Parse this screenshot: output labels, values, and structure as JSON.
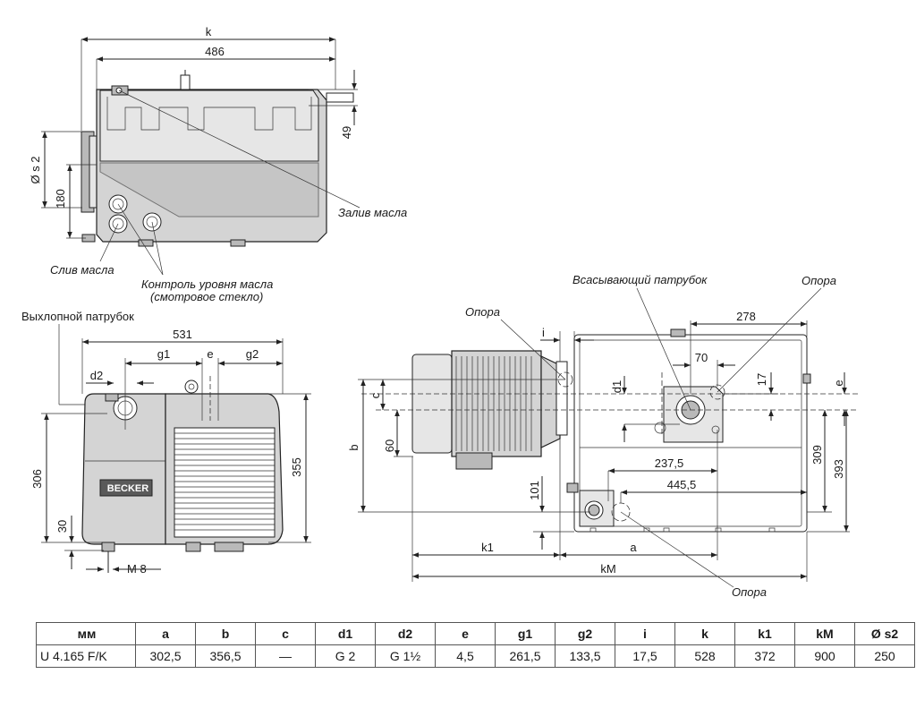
{
  "top_view": {
    "dim_k": "k",
    "dim_486": "486",
    "dim_49": "49",
    "dim_s2": "Ø s 2",
    "dim_180": "180",
    "label_oil_fill": "Залив масла",
    "label_oil_drain": "Слив масла",
    "label_oil_level_1": "Контроль уровня масла",
    "label_oil_level_2": "(смотровое стекло)"
  },
  "front_view": {
    "label_exhaust": "Выхлопной патрубок",
    "dim_531": "531",
    "dim_g1": "g1",
    "dim_e": "e",
    "dim_g2": "g2",
    "dim_d2": "d2",
    "dim_306": "306",
    "dim_30": "30",
    "dim_355": "355",
    "dim_m8": "M 8",
    "brand": "BECKER"
  },
  "plan_view": {
    "label_support_left": "Опора",
    "label_suction": "Всасывающий патрубок",
    "label_support_right": "Опора",
    "label_support_bottom": "Опора",
    "dim_i": "i",
    "dim_278": "278",
    "dim_70": "70",
    "dim_17": "17",
    "dim_e": "e",
    "dim_d1": "d1",
    "dim_c": "c",
    "dim_b": "b",
    "dim_60": "60",
    "dim_309": "309",
    "dim_393": "393",
    "dim_237_5": "237,5",
    "dim_445_5": "445,5",
    "dim_101": "101",
    "dim_k1": "k1",
    "dim_a": "a",
    "dim_kM": "kM"
  },
  "table": {
    "headers": [
      "мм",
      "a",
      "b",
      "c",
      "d1",
      "d2",
      "e",
      "g1",
      "g2",
      "i",
      "k",
      "k1",
      "kM",
      "Ø s2"
    ],
    "rows": [
      [
        "U 4.165 F/K",
        "302,5",
        "356,5",
        "—",
        "G 2",
        "G  1½",
        "4,5",
        "261,5",
        "133,5",
        "17,5",
        "528",
        "372",
        "900",
        "250"
      ]
    ]
  }
}
